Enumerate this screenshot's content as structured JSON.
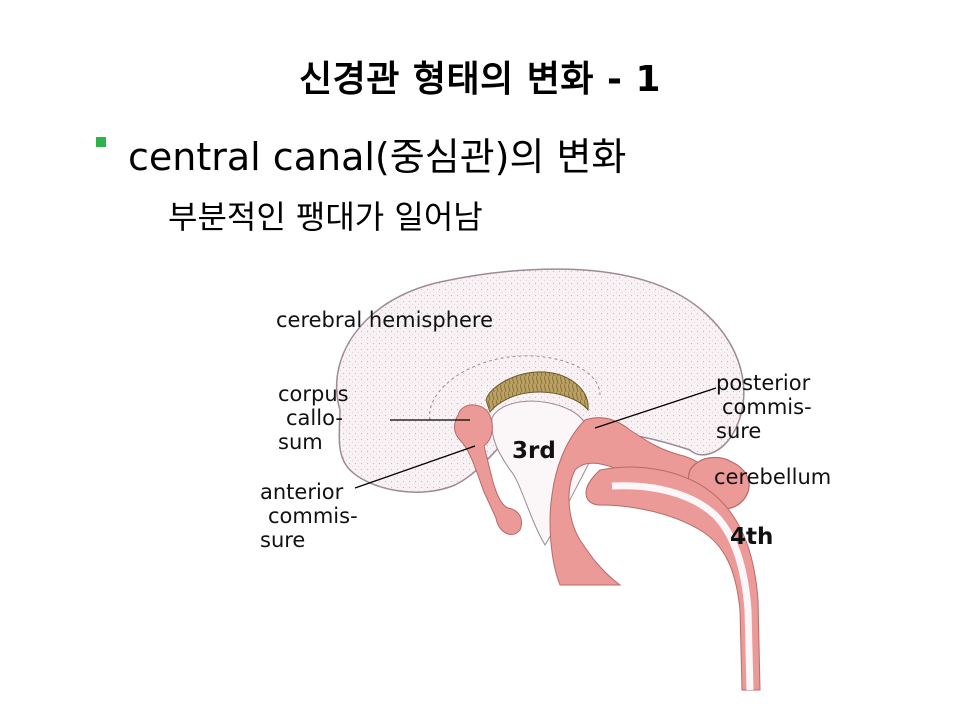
{
  "title": "신경관 형태의 변화 - 1",
  "bullet": {
    "text": "central canal(중심관)의 변화",
    "color": "#2db34a"
  },
  "subtext": "부분적인 팽대가 일어남",
  "figure": {
    "labels": {
      "cerebral_hemisphere": "cerebral hemisphere",
      "corpus_1": "corpus",
      "corpus_2": "callo-",
      "corpus_3": "sum",
      "anterior_1": "anterior",
      "anterior_2": "commis-",
      "anterior_3": "sure",
      "posterior_1": "posterior",
      "posterior_2": "commis-",
      "posterior_3": "sure",
      "cerebellum": "cerebellum",
      "ventricle_3": "3rd",
      "ventricle_4": "4th"
    },
    "colors": {
      "hemisphere": "#f7f0f3",
      "tissue": "#eb9a98",
      "tissue_dark": "#c86a6a",
      "callosum": "#b49a5a"
    }
  }
}
